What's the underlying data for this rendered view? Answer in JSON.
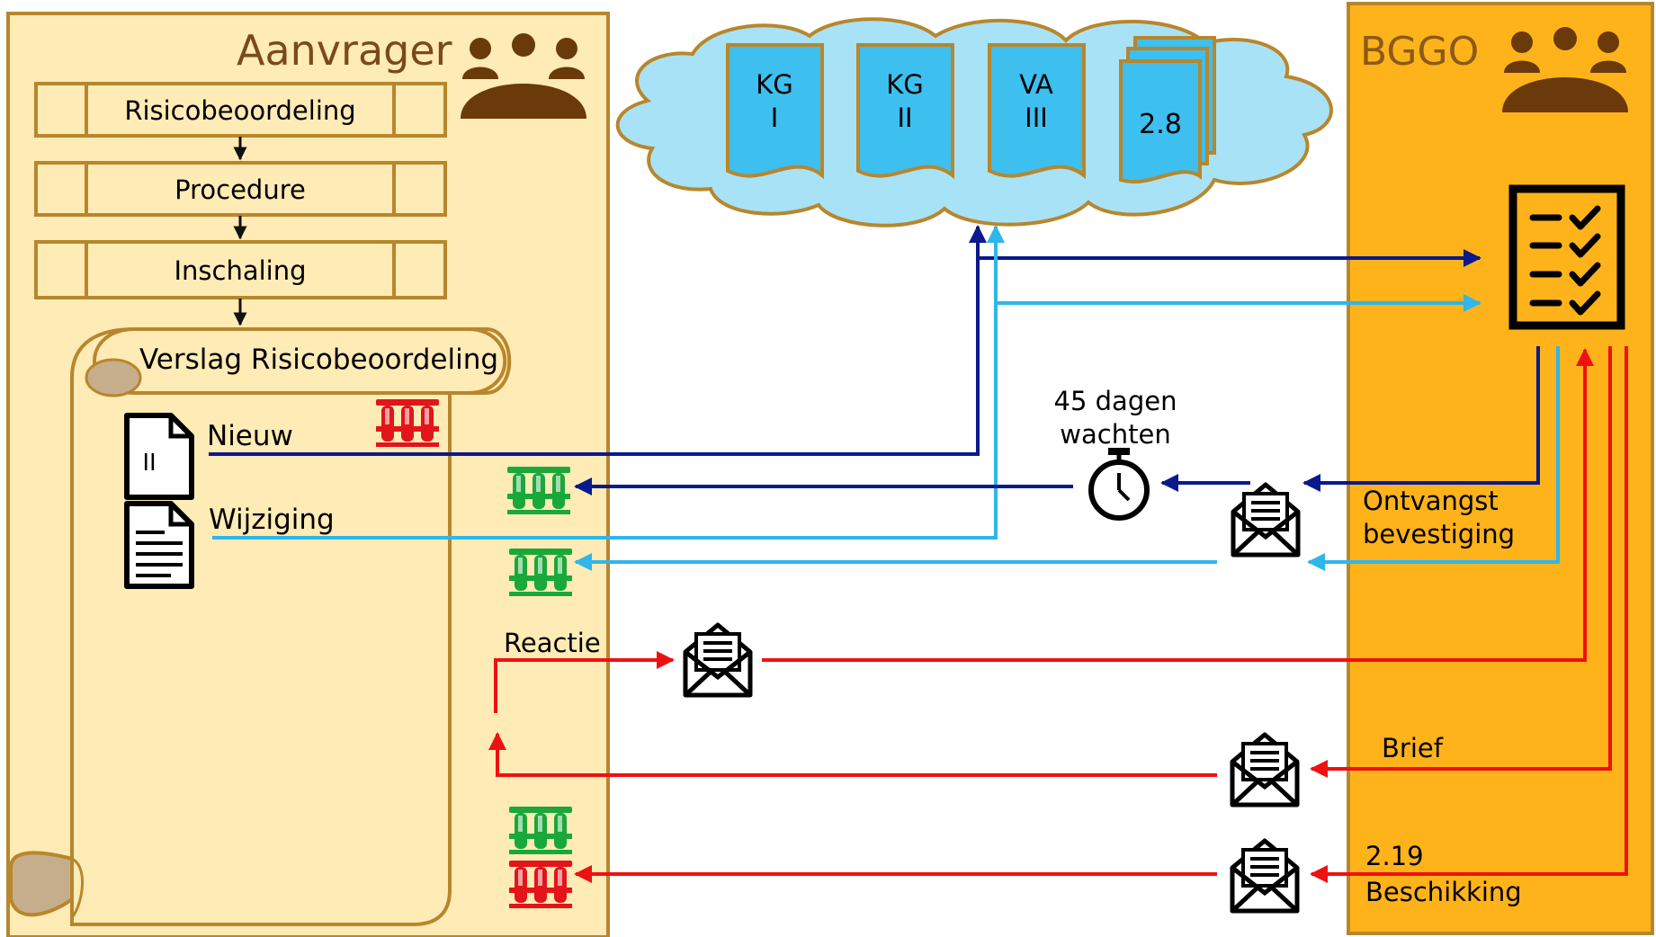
{
  "left_lane": {
    "title": "Aanvrager",
    "steps": [
      "Risicobeoordeling",
      "Procedure",
      "Inschaling"
    ],
    "report_title": "Verslag Risicobeoordeling",
    "doc_new_label": "Nieuw",
    "doc_new_glyph": "II",
    "doc_change_label": "Wijziging",
    "reaction_label": "Reactie"
  },
  "right_lane": {
    "title": "BGGO",
    "receipt_label_1": "Ontvangst",
    "receipt_label_2": "bevestiging",
    "letter_label": "Brief",
    "decision_label_1": "2.19",
    "decision_label_2": "Beschikking"
  },
  "cloud": {
    "docs": [
      {
        "line1": "KG",
        "line2": "I"
      },
      {
        "line1": "KG",
        "line2": "II"
      },
      {
        "line1": "VA",
        "line2": "III"
      }
    ],
    "stack_label": "2.8"
  },
  "wait": {
    "line1": "45 dagen",
    "line2": "wachten"
  },
  "icons": {
    "people": "people-group-icon",
    "checklist": "checklist-icon",
    "stopwatch": "stopwatch-icon",
    "envelope": "open-envelope-icon",
    "document": "document-icon",
    "tubes": "test-tubes-icon"
  },
  "colors": {
    "left_lane": "#FFEBB5",
    "right_lane": "#FFB31A",
    "lane_border": "#B8862C",
    "people": "#6B3A0A",
    "cloud": "#A8E2F7",
    "cloud_doc": "#3DBFEF",
    "flow_new": "#0A1A8C",
    "flow_change": "#2FB6EA",
    "flow_reaction": "#EE1111",
    "tubes_ok": "#1AA83A",
    "tubes_bad": "#E3141A"
  }
}
